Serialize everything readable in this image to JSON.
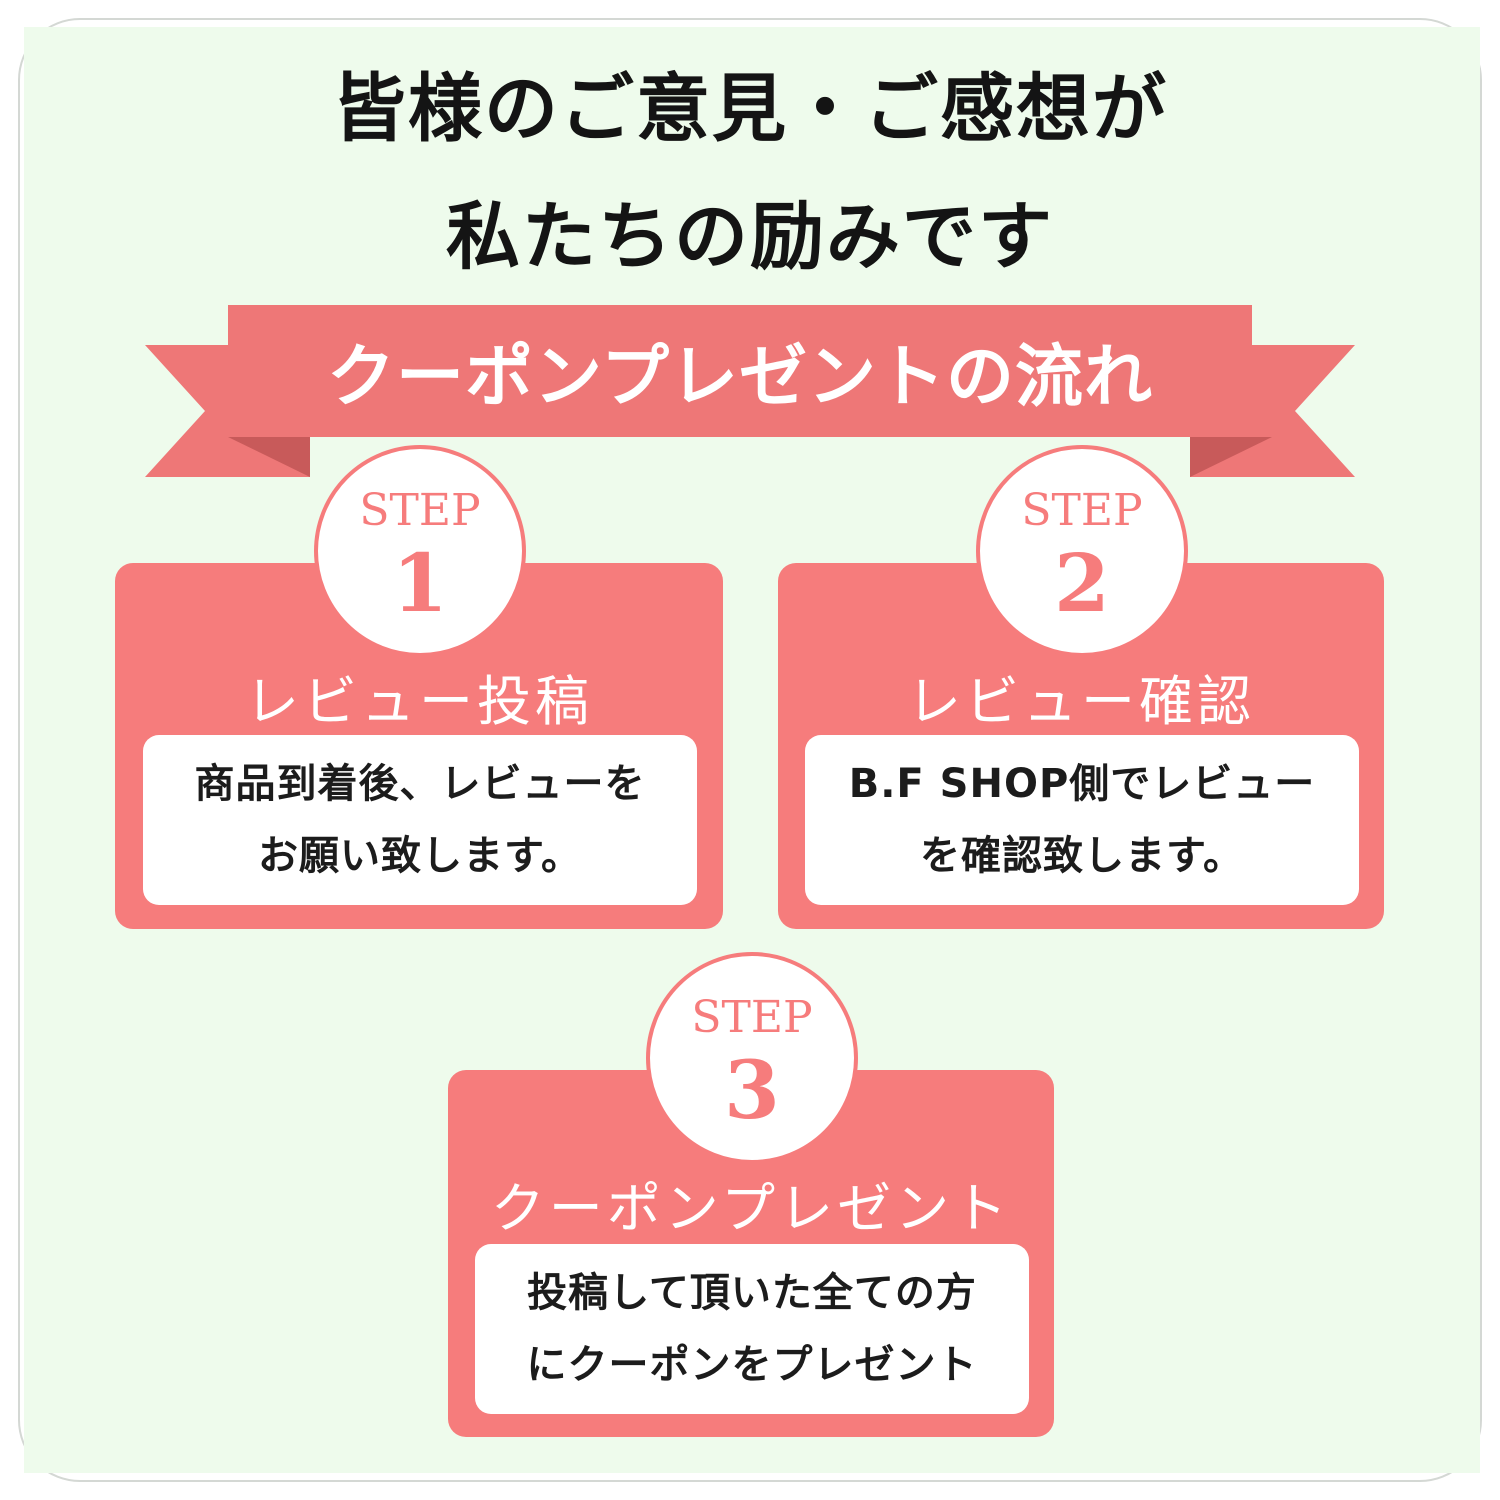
{
  "headline": {
    "line1": "皆様のご意見・ご感想が",
    "line2": "私たちの励みです"
  },
  "banner": {
    "text": "クーポンプレゼントの流れ"
  },
  "colors": {
    "accent": "#f67c7c",
    "ribbon": "#ee7777",
    "ribbon_dark": "#e86a6a",
    "background": "#eefbec"
  },
  "steps": [
    {
      "label": "STEP",
      "number": "1",
      "title": "レビュー投稿",
      "lines": [
        "商品到着後、レビューを",
        "お願い致します。"
      ]
    },
    {
      "label": "STEP",
      "number": "2",
      "title": "レビュー確認",
      "lines": [
        "B.F SHOP側でレビュー",
        "を確認致します。"
      ]
    },
    {
      "label": "STEP",
      "number": "3",
      "title": "クーポンプレゼント",
      "lines": [
        "投稿して頂いた全ての方",
        "にクーポンをプレゼント"
      ]
    }
  ]
}
